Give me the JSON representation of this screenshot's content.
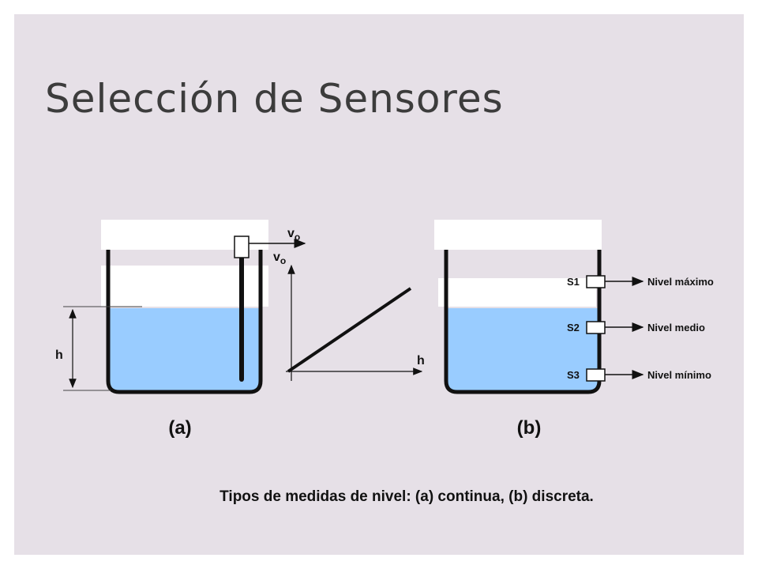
{
  "slide": {
    "title": "Selección de Sensores"
  },
  "diagram_a": {
    "output_label": "v",
    "output_sub": "o",
    "height_label": "h",
    "panel_label": "(a)"
  },
  "graph": {
    "y_label": "v",
    "y_sub": "o",
    "x_label": "h"
  },
  "diagram_b": {
    "panel_label": "(b)",
    "sensors": [
      {
        "id": "S1",
        "output": "Nivel máximo"
      },
      {
        "id": "S2",
        "output": "Nivel medio"
      },
      {
        "id": "S3",
        "output": "Nivel mínimo"
      }
    ]
  },
  "caption": "Tipos de medidas de nivel: (a) continua, (b) discreta.",
  "colors": {
    "water": "#99ccff",
    "background": "#e6e0e7",
    "outline": "#111111"
  }
}
